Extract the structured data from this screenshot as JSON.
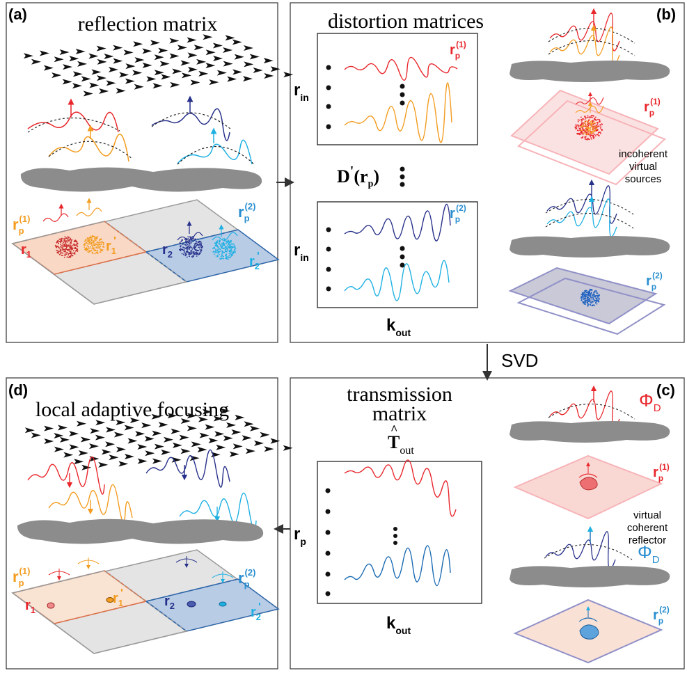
{
  "panels": {
    "a": {
      "tag": "(a)",
      "title": "reflection matrix"
    },
    "b": {
      "tag": "(b)",
      "title": "distortion matrices",
      "caption": [
        "incoherent",
        "virtual",
        "sources"
      ]
    },
    "c": {
      "tag": "(c)",
      "title_line1": "transmission",
      "title_line2": "matrix",
      "matrix_symbol": "T",
      "matrix_sub": "out",
      "caption": [
        "virtual",
        "coherent",
        "reflector"
      ]
    },
    "d": {
      "tag": "(d)",
      "title": "local adaptive focusing"
    }
  },
  "labels": {
    "r": "r",
    "p": "p",
    "in": "in",
    "out": "out",
    "k": "k",
    "sup1": "(1)",
    "sup2": "(2)",
    "idx1": "1",
    "idx2": "2",
    "prime": "'",
    "D": "D",
    "phi": "Φ",
    "phi_sub": "D"
  },
  "arrows": {
    "svd": "SVD"
  },
  "colors": {
    "red": "#e8262b",
    "orange": "#f39c1f",
    "navy": "#27308a",
    "cyan": "#1fb0e3",
    "blue_label": "#2a8fd0",
    "gray_blob": "#8c8c8c",
    "salmon": "#f9d8c5",
    "grid_gray": "#e4e4e4",
    "lilac": "#9090c8",
    "pink": "#f7b3b8"
  }
}
